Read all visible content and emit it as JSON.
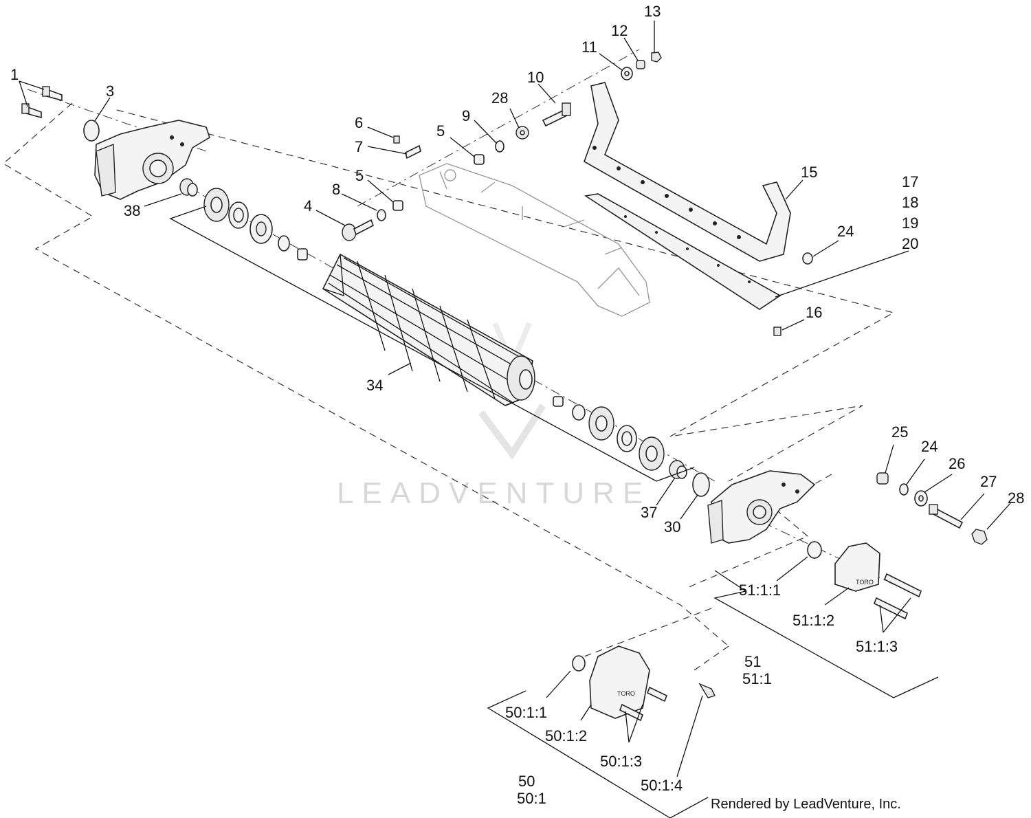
{
  "labels": {
    "p1": "1",
    "p3": "3",
    "p4": "4",
    "p5a": "5",
    "p5b": "5",
    "p6": "6",
    "p7": "7",
    "p8": "8",
    "p9": "9",
    "p10": "10",
    "p11": "11",
    "p12": "12",
    "p13": "13",
    "p15": "15",
    "p16": "16",
    "p17": "17",
    "p18": "18",
    "p19": "19",
    "p20": "20",
    "p24a": "24",
    "p24b": "24",
    "p25": "25",
    "p26": "26",
    "p27": "27",
    "p28a": "28",
    "p28b": "28",
    "p30": "30",
    "p34": "34",
    "p37": "37",
    "p38": "38",
    "k51_1_1": "51:1:1",
    "k51_1_2": "51:1:2",
    "k51_1_3": "51:1:3",
    "k51": "51",
    "k51_1": "51:1",
    "k50_1_1": "50:1:1",
    "k50_1_2": "50:1:2",
    "k50_1_3": "50:1:3",
    "k50_1_4": "50:1:4",
    "k50": "50",
    "k50_1": "50:1"
  },
  "credit": "Rendered by LeadVenture, Inc.",
  "watermark": "LEADVENTURE",
  "brand_mark": "TORO"
}
